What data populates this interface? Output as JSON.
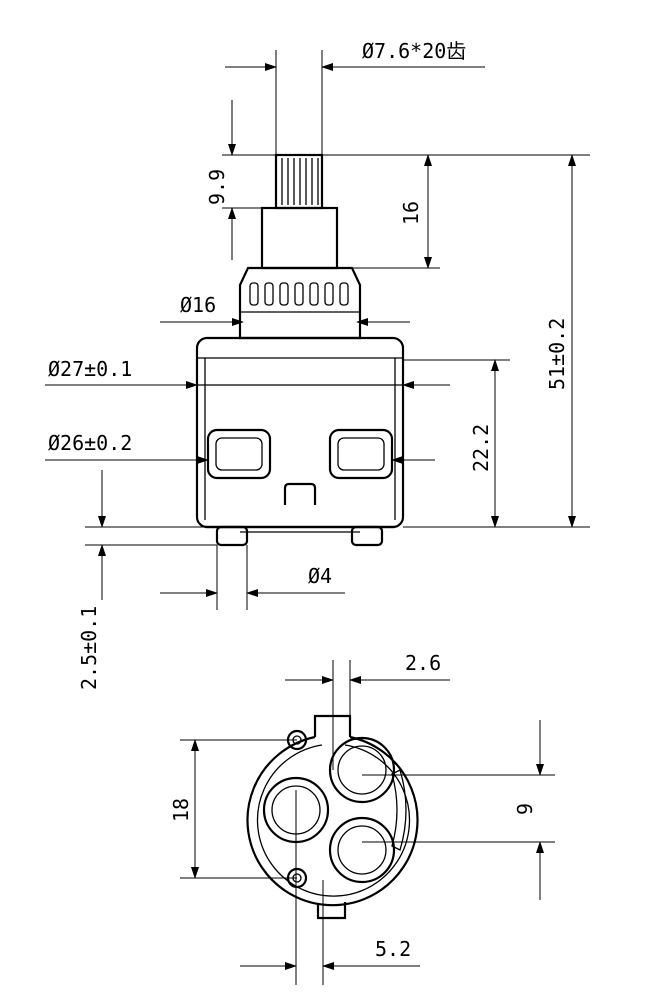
{
  "drawing": {
    "title": "Cartridge technical drawing",
    "dimensions": {
      "spline": "Ø7.6*20齿",
      "stem_height": "9.9",
      "collar_height": "16",
      "total_height": "51±0.2",
      "ring_dia": "Ø16",
      "body_dia_top": "Ø27±0.1",
      "body_dia": "Ø26±0.2",
      "body_height": "22.2",
      "foot_height": "2.5±0.1",
      "foot_dia": "Ø4",
      "slot_width": "2.6",
      "hole_spacing": "18",
      "port_spacing": "9",
      "offset": "5.2"
    }
  }
}
